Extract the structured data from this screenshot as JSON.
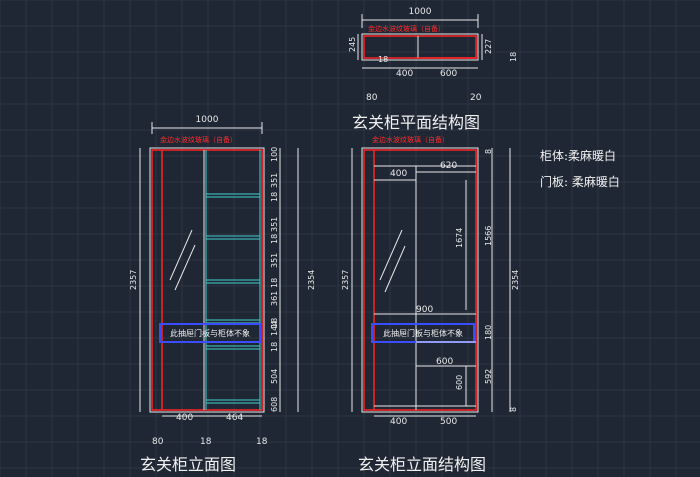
{
  "titles": {
    "plan": "玄关柜平面结构图",
    "elev_left": "玄关柜立面图",
    "elev_right": "玄关柜立面结构图"
  },
  "notes": {
    "mirror": "金边水波纹玻璃（自备）",
    "drawer": "此抽屉门板与柜体不象"
  },
  "materials": {
    "body": "柜体:柔麻暖白",
    "door": "门板:  柔麻暖白"
  },
  "plan_dims": {
    "top": "1000",
    "left": "245",
    "inner_left": "18",
    "w1": "400",
    "w2": "600",
    "right": "227",
    "right2": "18",
    "bottom_left": "80",
    "bottom_right": "20"
  },
  "elev_left_dims": {
    "top": "1000",
    "height": "2357",
    "right_total": "2354",
    "shelves": [
      "100",
      "351",
      "18",
      "351",
      "18",
      "351",
      "18",
      "361",
      "18",
      "144",
      "18",
      "504",
      "608"
    ],
    "bottom": [
      "400",
      "464"
    ],
    "bottom_row": [
      "80",
      "18",
      "18"
    ]
  },
  "elev_right_dims": {
    "height": "2357",
    "right_total": "2354",
    "w_top_left": "400",
    "w_top_right": "620",
    "h1": "1674",
    "w_mid": "900",
    "w_drawer": "600",
    "h_drawer": "600",
    "r1": "1566",
    "r2": "180",
    "r3": "592",
    "r_top": "8",
    "r_bot": "8",
    "bottom": [
      "400",
      "500"
    ]
  }
}
